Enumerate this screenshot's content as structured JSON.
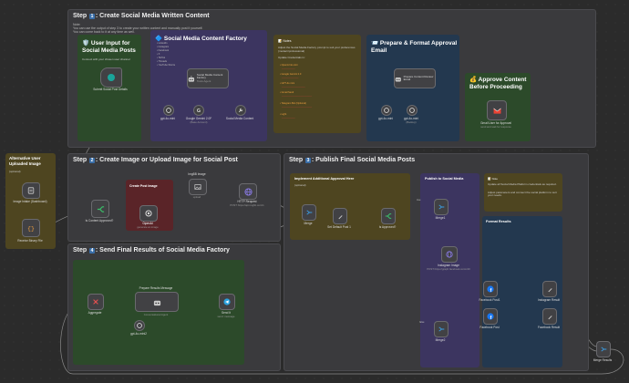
{
  "step1": {
    "title_prefix": "Step",
    "title_num": "1",
    "title": ": Create Social Media Written Content",
    "sub_lines": [
      "Note:",
      "You can use the output of step 3 to create your written content and manually post it yourself.",
      "You can come back to it at any time as well."
    ],
    "user_input": {
      "title": "User Input for Social Media Posts",
      "sub": "Connect with your chosen user channel",
      "node_label": "Submit Social Post Details"
    },
    "factory": {
      "title": "Social Media Content Factory",
      "platforms": [
        "LinkedIn",
        "Instagram",
        "Facebook",
        "X",
        "TikTok",
        "Threads",
        "YouTube Shorts"
      ],
      "agent_label": "Social Media Content Factory",
      "agent_sub": "Tools Agent",
      "subs": [
        {
          "label": "gpt-4o-mini",
          "sub": ""
        },
        {
          "label": "Google Gemini 2.0F",
          "sub": "(Base Account)"
        },
        {
          "label": "Social Media Content",
          "sub": ""
        }
      ]
    },
    "notes": {
      "title": "Notes",
      "intro": "Adjust the Social Media Factory prompt to suit your preferences (modern/professional)",
      "header": "Update Credentials in:",
      "items": [
        "OpenAI 4o-mini",
        "Google Gemini 2.0",
        "GPT-4o mini",
        "Gmail Send",
        "Telegram Bot (Optional)",
        "Light"
      ]
    },
    "prepare": {
      "title": "Prepare & Format Approval Email",
      "agent_label": "Prepare Content Review Email",
      "subs": [
        {
          "label": "gpt-4o-mini",
          "sub": ""
        },
        {
          "label": "gpt-4o-mini",
          "sub": "(Backup)"
        }
      ]
    },
    "approve": {
      "title": "Approve Content Before Proceeding",
      "node_label": "Gmail User for Approval",
      "node_sub": "send and wait for response"
    }
  },
  "alt": {
    "title": "Alternative User Uploaded Image",
    "sub": "(optional)",
    "node1_label": "Image Intake (Dashboard)",
    "node1_sub": "",
    "node2_label": "Receive Binary File"
  },
  "step2": {
    "title_prefix": "Step",
    "title_num": "2",
    "title": ": Create Image or Upload Image for Social Post",
    "is_content_approved": "Is Content Approved?",
    "gen_title": "Create Post Image",
    "openai_label": "OpenAI",
    "openai_sub": "generate an image",
    "imgbb_label": "ImgBB Image",
    "imgbb_sub": "upload",
    "http_label": "HTTP Request",
    "http_sub": "POST https://api.imgbb.com/1"
  },
  "step3": {
    "title_prefix": "Step",
    "title_num": "3",
    "title": ": Publish Final Social Media Posts",
    "approval_title": "Implement Additional Approval Here",
    "approval_sub": "(optional)",
    "merge_label": "Merge",
    "set_label": "Set Default Post 1",
    "approved_label": "Is Approved?",
    "publish_title": "Publish to Social Media",
    "merge2_label": "Merge1",
    "insta_label": "Instagram Image",
    "insta_sub": "POST https://graph.facebook.com/v20",
    "merge3_label": "Merge2",
    "note_title": "Note",
    "note_lines": [
      "Update all Social Media Platform credentials as required.",
      "Adjust parameters and connect the social platform to suit your needs."
    ],
    "format_title": "Format Results",
    "fb_label": "Facebook Post",
    "fb_label2": "Facebook Post1",
    "instagram_result": "Instagram Result",
    "facebook_result": "Facebook Result",
    "merge_results": "Merge Results",
    "yes_text": "true",
    "no_text": "false"
  },
  "step4": {
    "title_prefix": "Step",
    "title_num": "4",
    "title": ": Send Final Results of Social Media Factory",
    "aggregate_label": "Aggregate",
    "prepare_label": "Prepare Results Message",
    "prepare_sub": "Conversational Agent",
    "gpt_label": "gpt-4o-mini2",
    "send_label": "Send It",
    "send_sub": "send: message"
  },
  "colors": {
    "canvas": "#2b2b2b",
    "section": "#3a3a3d",
    "green_note": "#2c4a2a",
    "purple_note": "#3c3560",
    "yellow_note": "#4e4520",
    "blue_note": "#23384f",
    "red_note": "#5a2428",
    "openai_red": "#c3202a",
    "telegram_blue": "#2aa1de",
    "facebook_blue": "#1877f2"
  }
}
